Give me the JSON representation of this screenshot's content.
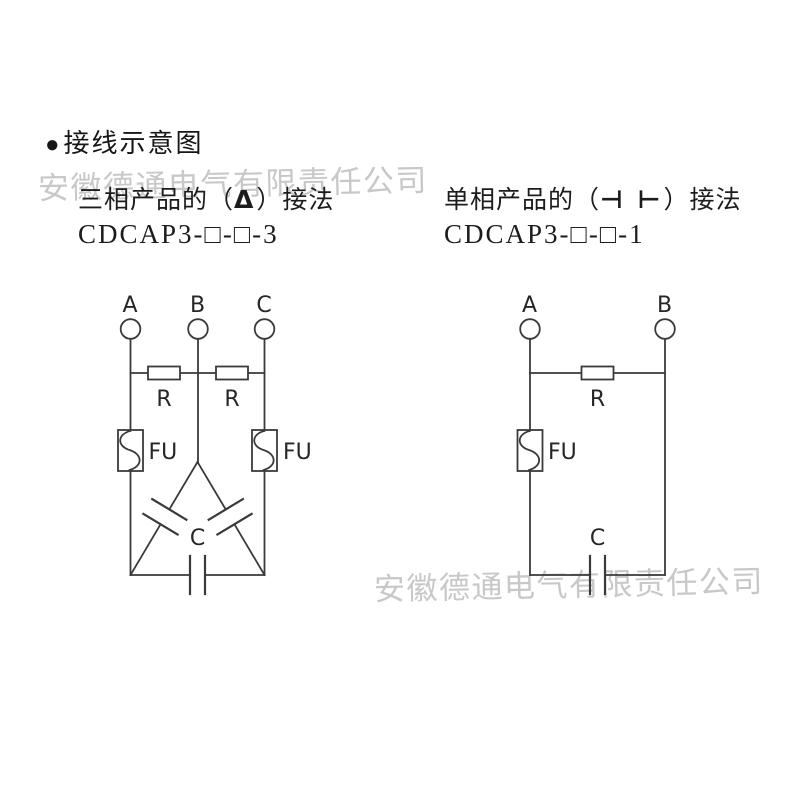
{
  "colors": {
    "line": "#3a3a3a",
    "text": "#262626",
    "watermark": "#c8c8c8",
    "background": "#ffffff"
  },
  "watermark": {
    "text": "安徽德通电气有限责任公司"
  },
  "header": {
    "bullet": "●",
    "title": "接线示意图"
  },
  "left": {
    "title_prefix": "三相产品的（",
    "title_symbol": "Δ",
    "title_suffix": "）接法",
    "model": "CDCAP3-□-□-3",
    "terminals": [
      "A",
      "B",
      "C"
    ],
    "resistor_label": "R",
    "fuse_label": "FU",
    "capacitor_label": "C"
  },
  "right": {
    "title_prefix": "单相产品的（",
    "title_symbol": "⊣ ⊢",
    "title_suffix": "）接法",
    "model": "CDCAP3-□-□-1",
    "terminals": [
      "A",
      "B"
    ],
    "resistor_label": "R",
    "fuse_label": "FU",
    "capacitor_label": "C"
  }
}
